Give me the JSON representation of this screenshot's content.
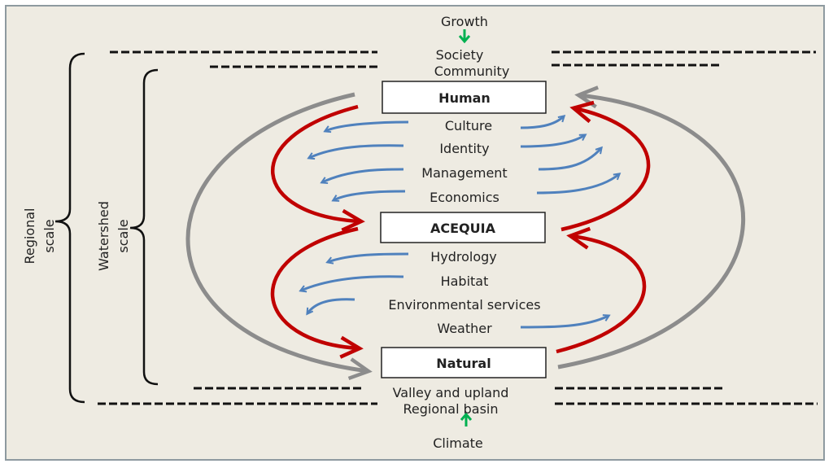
{
  "top": {
    "driver": "Growth",
    "society": "Society",
    "community": "Community"
  },
  "bottom": {
    "valley": "Valley and upland",
    "basin": "Regional basin",
    "driver": "Climate"
  },
  "scales": {
    "regional": [
      "Regional",
      "scale"
    ],
    "watershed": [
      "Watershed",
      "scale"
    ]
  },
  "boxes": {
    "human": "Human",
    "acequia": "ACEQUIA",
    "natural": "Natural"
  },
  "human_links": [
    "Culture",
    "Identity",
    "Management",
    "Economics"
  ],
  "natural_links": [
    "Hydrology",
    "Habitat",
    "Environmental services",
    "Weather"
  ],
  "colors": {
    "background": "#eeebe2",
    "feedback_loop": "#c00000",
    "outer_loop": "#8c8c8c",
    "flow_arrow": "#4f81bd",
    "driver_arrow": "#00b050"
  }
}
